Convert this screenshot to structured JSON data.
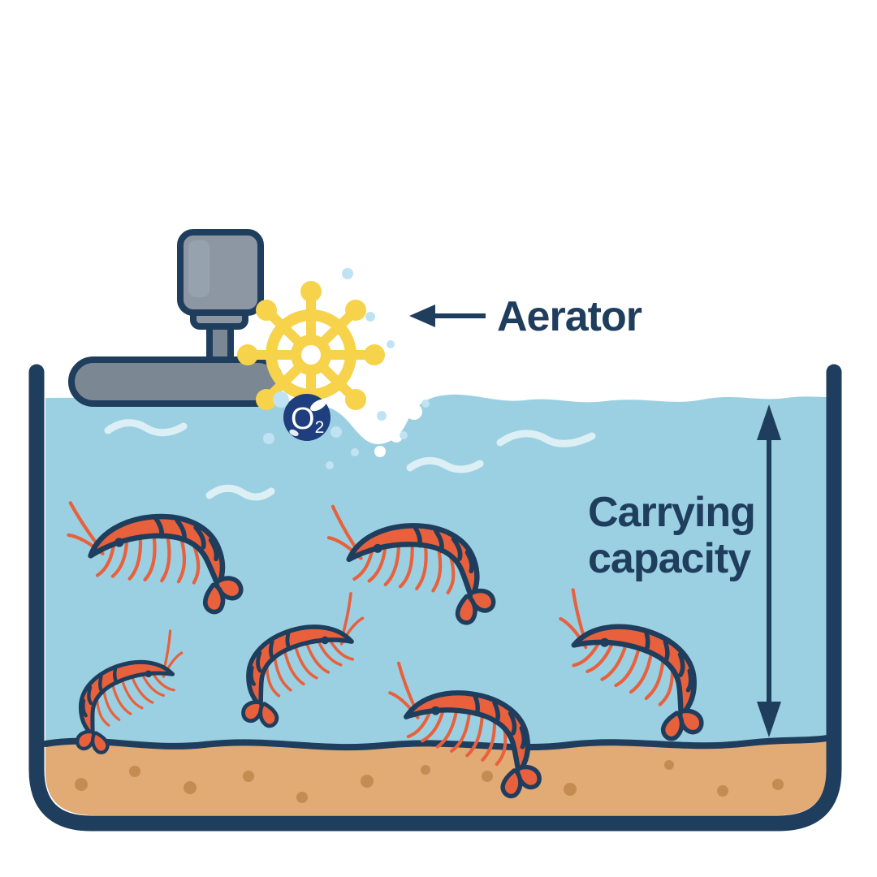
{
  "labels": {
    "aerator": "Aerator",
    "carrying_line1": "Carrying",
    "carrying_line2": "capacity",
    "o2_symbol": "O",
    "o2_subscript": "2"
  },
  "icons": {
    "aerator_pointer": "left-arrow",
    "capacity_range": "double-headed-vertical-arrow",
    "aerator_wheel": "paddle-wheel",
    "oxygen": "o2-bubble"
  },
  "shrimp": {
    "count": 6
  },
  "colors": {
    "navy": "#1F3D5C",
    "water": "#9BD0E2",
    "wave": "#DCEFF5",
    "sand": "#E2AA75",
    "sand_dot": "#C48B52",
    "shrimp": "#E8613C",
    "wheel": "#F7D24B",
    "motor_gray": "#8C97A3",
    "float_gray": "#7B8894",
    "bubble": "#BFE3F2",
    "o2": "#1E3E7E",
    "background": "#FFFFFF"
  }
}
